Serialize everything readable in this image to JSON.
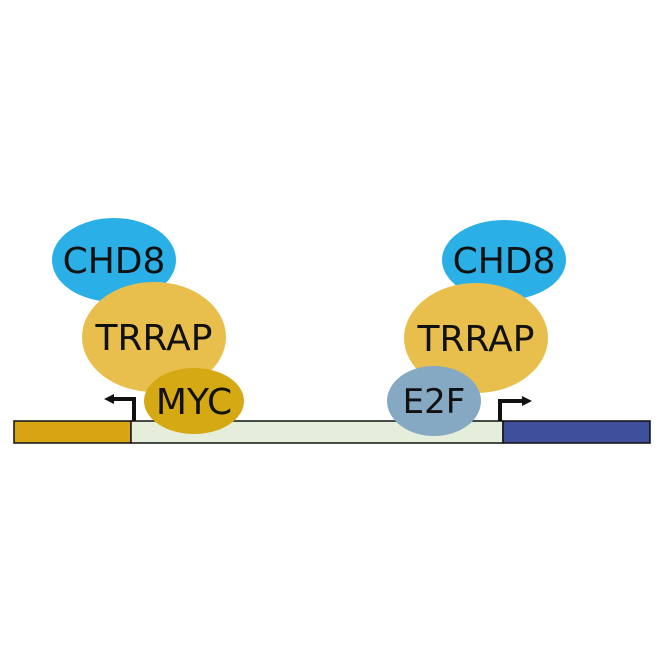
{
  "colors": {
    "background": "#ffffff",
    "chd8": "#2ab0e6",
    "trrap": "#e8bf4c",
    "myc": "#d4a914",
    "e2f": "#86a9c3",
    "left_gene": "#d7a514",
    "promoter_region": "#e4eedb",
    "right_gene": "#3f4f9c",
    "outline": "#111111"
  },
  "left_complex": {
    "chd8_label": "CHD8",
    "trrap_label": "TRRAP",
    "myc_label": "MYC",
    "arrow_direction": "left"
  },
  "right_complex": {
    "chd8_label": "CHD8",
    "trrap_label": "TRRAP",
    "e2f_label": "E2F",
    "arrow_direction": "right"
  },
  "icons": {
    "left_arrow": "tss-arrow-left-icon",
    "right_arrow": "tss-arrow-right-icon"
  }
}
